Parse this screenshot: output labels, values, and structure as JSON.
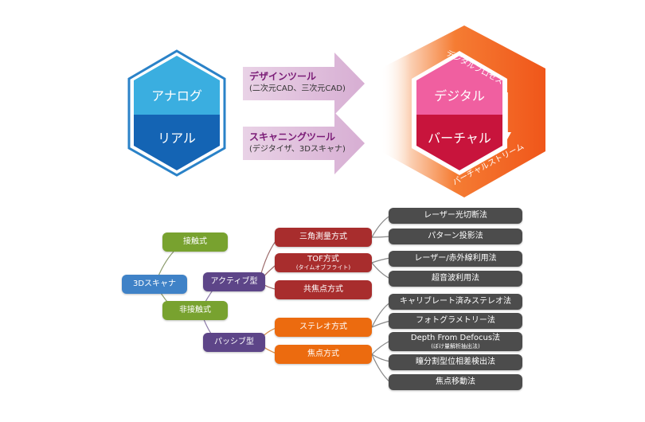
{
  "top": {
    "analog": "アナログ",
    "real": "リアル",
    "digital": "デジタル",
    "virtual": "バーチャル",
    "design_tool": "デザインツール",
    "design_tool_sub": "(二次元CAD、三次元CAD)",
    "scan_tool": "スキャニングツール",
    "scan_tool_sub": "(デジタイザ、3Dスキャナ)",
    "digital_process": "デジタルプロセス",
    "virtual_stream": "バーチャルストリーム"
  },
  "tree": {
    "root": "3Dスキャナ",
    "contact": "接触式",
    "noncontact": "非接触式",
    "active": "アクティブ型",
    "passive": "パッシブ型",
    "triangulation": "三角測量方式",
    "tof": "TOF方式",
    "tof_sub": "(タイムオブフライト)",
    "focal": "共焦点方式",
    "stereo": "ステレオ方式",
    "focus": "焦点方式",
    "laser_light": "レーザー光切断法",
    "pattern": "パターン投影法",
    "laser_ir": "レーザー/赤外線利用法",
    "ultrasonic": "超音波利用法",
    "calibrated_stereo": "キャリブレート済みステレオ法",
    "photogrammetry": "フォトグラメトリー法",
    "dfd": "Depth From Defocus法",
    "dfd_sub": "(ぼけ量解析抽出法)",
    "pupil": "瞳分割型位相差検出法",
    "focus_move": "焦点移動法"
  },
  "colors": {
    "blue_light": "#3aaee0",
    "blue_dark": "#1464b4",
    "pink": "#f05fa0",
    "crimson": "#c8143c",
    "orange": "#f26a1b",
    "arrow": "#dcb8d8"
  }
}
